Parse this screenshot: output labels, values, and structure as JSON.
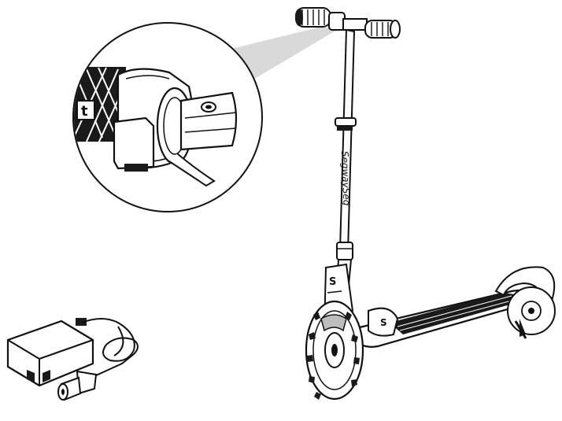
{
  "figure": {
    "stem_text": "SegwaySeg",
    "mast_badge": "S",
    "deck_badge": "S",
    "grip_glyph": "t"
  },
  "colors": {
    "line": "#111111",
    "fill": "#ffffff",
    "callout_shade": "#d9d9d9",
    "mid_gray": "#bdbdbd",
    "dark_fill": "#1a1a1a"
  }
}
